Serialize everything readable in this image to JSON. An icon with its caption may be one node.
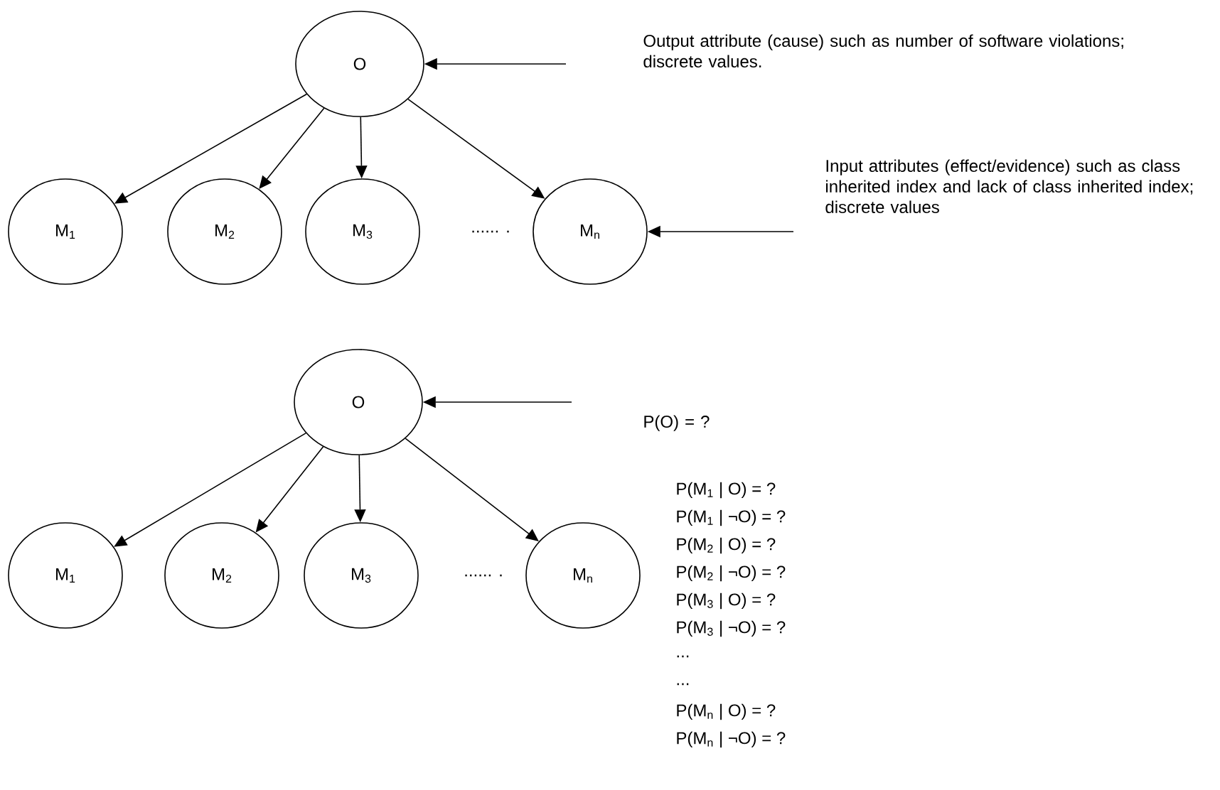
{
  "diagram": {
    "nodes": [
      {
        "text": [
          "O"
        ]
      },
      {
        "text": [
          "M$_{1}$"
        ]
      },
      {
        "text": [
          "M$_{2}$"
        ]
      },
      {
        "text": [
          "M$_{3}$"
        ]
      },
      {
        "text": [
          "M$_{n}$"
        ]
      },
      {
        "text": [
          "Output attribute (cause) such as number of software violations; discrete values."
        ]
      },
      {
        "text": [
          "Input attributes (effect/evidence) such as class inherited index and lack of class inherited index; discrete values"
        ]
      },
      {
        "text": [
          "O"
        ]
      },
      {
        "text": [
          "M$_{1}$"
        ]
      },
      {
        "text": [
          "M$_{2}$"
        ]
      },
      {
        "text": [
          "M$_{3}$"
        ]
      },
      {
        "text": [
          "M$_{n}$"
        ]
      },
      {
        "text": [
          "P(O) = ?"
        ]
      }
    ],
    "edges": [
      {
        "from": 0,
        "to": 1,
        "arrow": "to"
      },
      {
        "from": 0,
        "to": 2,
        "arrow": "to"
      },
      {
        "from": 0,
        "to": 3,
        "arrow": "to"
      },
      {
        "from": 0,
        "to": 4,
        "arrow": "to"
      },
      {
        "from": 5,
        "to": 0,
        "arrow": "to"
      },
      {
        "from": 6,
        "to": 4,
        "arrow": "to"
      },
      {
        "from": 7,
        "to": 8,
        "arrow": "to"
      },
      {
        "from": 7,
        "to": 9,
        "arrow": "to"
      },
      {
        "from": 7,
        "to": 10,
        "arrow": "to"
      },
      {
        "from": 7,
        "to": 11,
        "arrow": "to"
      },
      {
        "from": 12,
        "to": 7,
        "arrow": "to"
      }
    ],
    "labels": [
      "...... .",
      "...... .",
      "P(M$_{1}$ | O) = ?",
      "P(M$_{1}$ | ¬O) = ?",
      "P(M$_{2}$ | O) = ?",
      "P(M$_{2}$ | ¬O) = ?",
      "P(M$_{3}$ | O) = ?",
      "P(M$_{3}$ | ¬O) = ?",
      "...",
      "...",
      "P(M$_{n}$ | O) = ?",
      "P(M$_{n}$ | ¬O) = ?"
    ]
  }
}
